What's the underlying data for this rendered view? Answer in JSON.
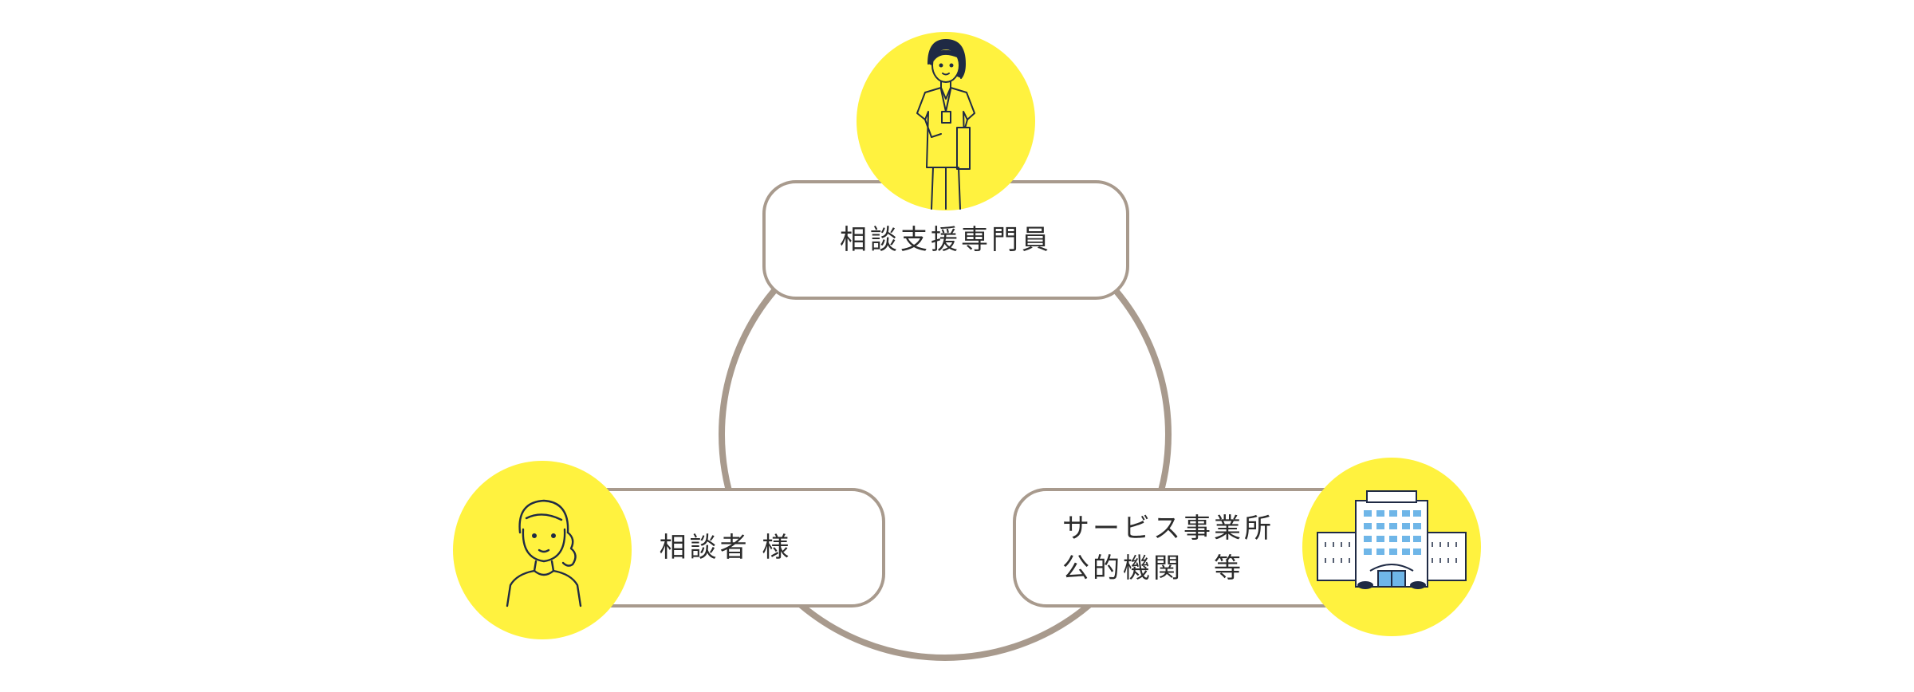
{
  "diagram": {
    "nodes": {
      "specialist": {
        "label": "相談支援専門員"
      },
      "client": {
        "label": "相談者 様"
      },
      "services": {
        "line1": "サービス事業所",
        "line2": "公的機関　等"
      }
    },
    "colors": {
      "ring": "#a89a8d",
      "box_border": "#a89a8d",
      "box_fill": "#ffffff",
      "circle_fill": "#fff23f",
      "line_art": "#1f2a44",
      "building_windows": "#6fb6e8"
    },
    "icons": {
      "specialist": "staff-person-icon",
      "client": "woman-portrait-icon",
      "services": "office-building-icon"
    }
  }
}
